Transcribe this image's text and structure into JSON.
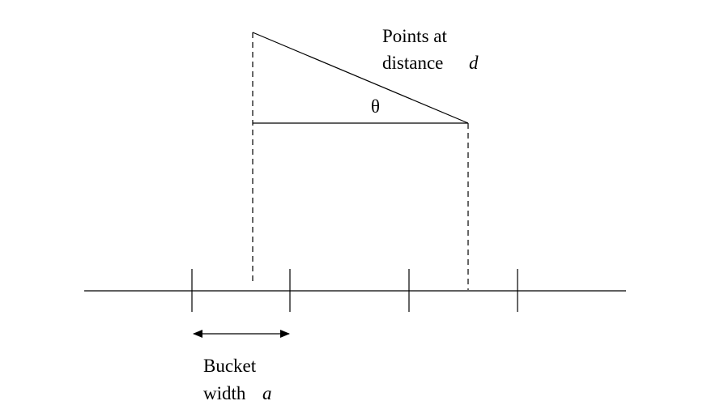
{
  "labels": {
    "points_line1": "Points at",
    "points_line2_prefix": "distance",
    "distance_var": "d",
    "angle": "θ",
    "bucket_line1": "Bucket",
    "bucket_line2_prefix": "width",
    "width_var": "a"
  }
}
